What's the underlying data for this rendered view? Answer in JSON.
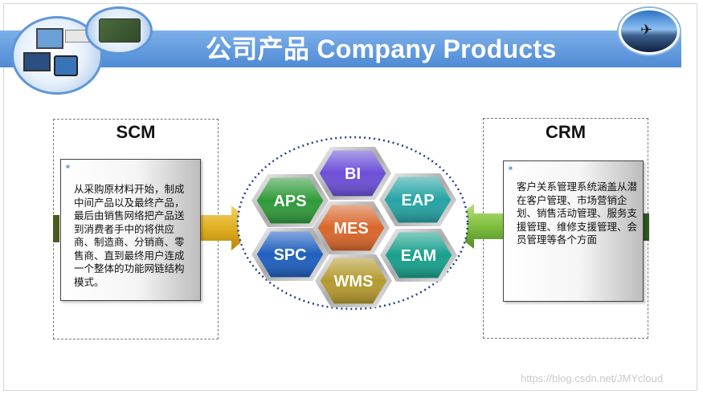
{
  "header": {
    "title": "公司产品 Company Products"
  },
  "left_panel": {
    "heading": "SCM",
    "description": "从采购原材料开始，制成中间产品以及最终产品，最后由销售网络把产品送到消费者手中的将供应商、制造商、分销商、零售商、直到最终用户连成一个整体的功能网链结构模式。"
  },
  "right_panel": {
    "heading": "CRM",
    "description": "客户关系管理系统涵盖从潜在客户管理、市场营销企划、销售活动管理、服务支援管理、维修支援管理、会员管理等各个方面"
  },
  "modules": [
    {
      "label": "BI",
      "color": "#6b4fd8"
    },
    {
      "label": "APS",
      "color": "#2f9a39"
    },
    {
      "label": "EAP",
      "color": "#25a3a3"
    },
    {
      "label": "MES",
      "color": "#d9662a"
    },
    {
      "label": "SPC",
      "color": "#1f5fbf"
    },
    {
      "label": "EAM",
      "color": "#18a08c"
    },
    {
      "label": "WMS",
      "color": "#b59a2e"
    }
  ],
  "colors": {
    "title_bar": "#4f8ad4",
    "left_arrow": "#e0b022",
    "right_arrow": "#7fbf3f",
    "ellipse_border": "#1f3f8f"
  },
  "watermark": "https://blog.csdn.net/JMYcloud"
}
